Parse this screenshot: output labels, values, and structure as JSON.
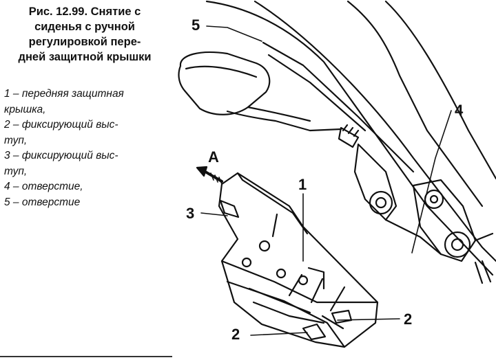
{
  "caption": {
    "lines": [
      "Рис. 12.99. Снятие с",
      "сиденья с ручной",
      "регулировкой пере-",
      "дней защитной крышки"
    ]
  },
  "legend": {
    "lines": [
      "1 – передняя защитная",
      "крышка,",
      "2 – фиксирующий выс-",
      "туп,",
      "3 – фиксирующий выс-",
      "туп,",
      "4 – отверстие,",
      "5 – отверстие"
    ]
  },
  "callouts": {
    "c1": "1",
    "c2a": "2",
    "c2b": "2",
    "c3": "3",
    "c4": "4",
    "c5": "5",
    "arrow_a": "A"
  }
}
